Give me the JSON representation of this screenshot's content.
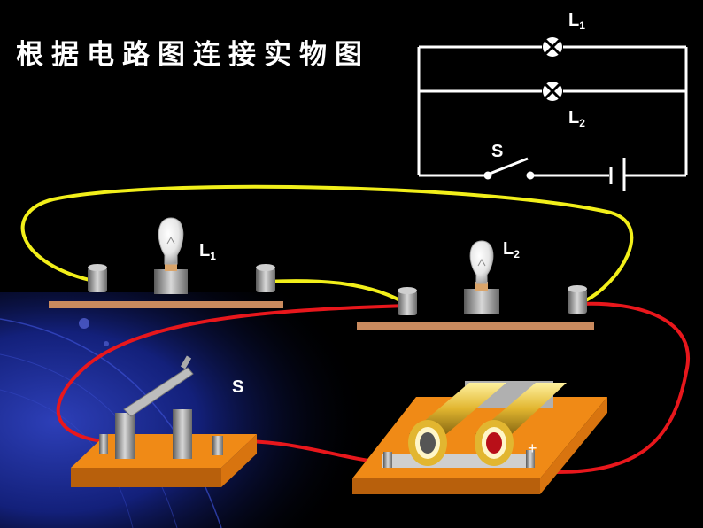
{
  "title": "根据电路图连接实物图",
  "schematic": {
    "lamp1_label": "L",
    "lamp1_sub": "1",
    "lamp2_label": "L",
    "lamp2_sub": "2",
    "switch_label": "S"
  },
  "physical": {
    "lamp1_label": "L",
    "lamp1_sub": "1",
    "lamp2_label": "L",
    "lamp2_sub": "2",
    "switch_label": "S",
    "battery_plus": "+"
  },
  "colors": {
    "background": "#000000",
    "wire_yellow": "#f2ef1a",
    "wire_red": "#e8171c",
    "board": "#f08a16",
    "shelf": "#c98a5e"
  }
}
